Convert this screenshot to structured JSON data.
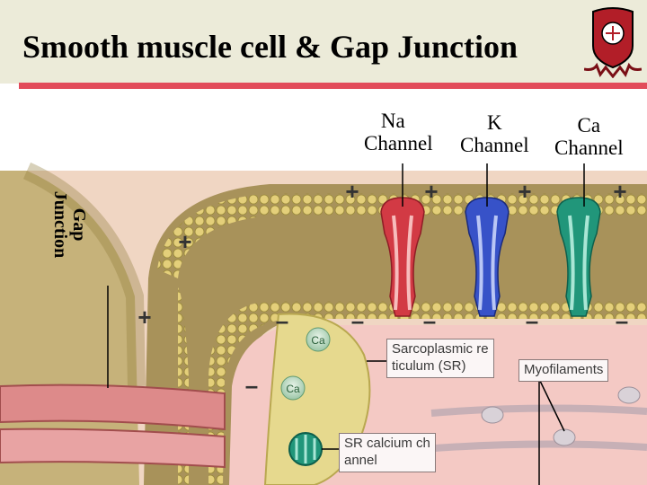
{
  "slide": {
    "title": "Smooth muscle cell & Gap Junction",
    "logo_icon": "university-crest-icon"
  },
  "labels": {
    "na_channel": [
      "Na",
      "Channel"
    ],
    "k_channel": [
      "K",
      "Channel"
    ],
    "ca_channel": [
      "Ca",
      "Channel"
    ],
    "gap_junction": [
      "Gap",
      "Junction"
    ],
    "sarcoplasmic_reticulum": [
      "Sarcoplasmic re",
      "ticulum (SR)"
    ],
    "myofilaments": "Myofilaments",
    "sr_calcium_channel": [
      "SR calcium ch",
      "annel"
    ],
    "ca_ion": "Ca"
  },
  "signs": {
    "plus": "+",
    "minus": "–"
  },
  "colors": {
    "title_rule": "#e24b5a",
    "header_bg": "#ecebd9",
    "na_channel": "#d23a44",
    "k_channel": "#3752c8",
    "ca_channel": "#21967a",
    "membrane_bead": "#e4cf7a",
    "cytoplasm": "#f4c9c4",
    "sr_fill": "#e6d98e"
  }
}
